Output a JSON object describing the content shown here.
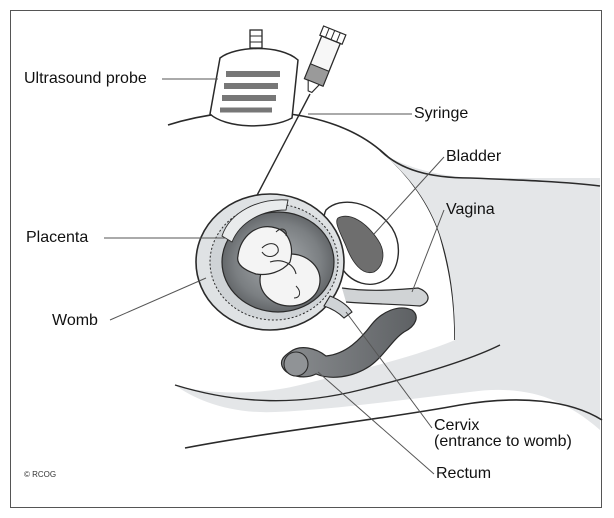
{
  "labels": {
    "ultrasound_probe": "Ultrasound probe",
    "syringe": "Syringe",
    "bladder": "Bladder",
    "vagina": "Vagina",
    "placenta": "Placenta",
    "womb": "Womb",
    "cervix_line1": "Cervix",
    "cervix_line2": "(entrance to womb)",
    "rectum": "Rectum"
  },
  "copyright": "© RCOG",
  "colors": {
    "outline": "#2a2a2a",
    "body_fill": "#e4e6e8",
    "placenta_fill": "#cfd3d6",
    "fetus_fill": "#f4f4f4",
    "dark_fill": "#6e6e6e",
    "leader_line": "#555555"
  }
}
